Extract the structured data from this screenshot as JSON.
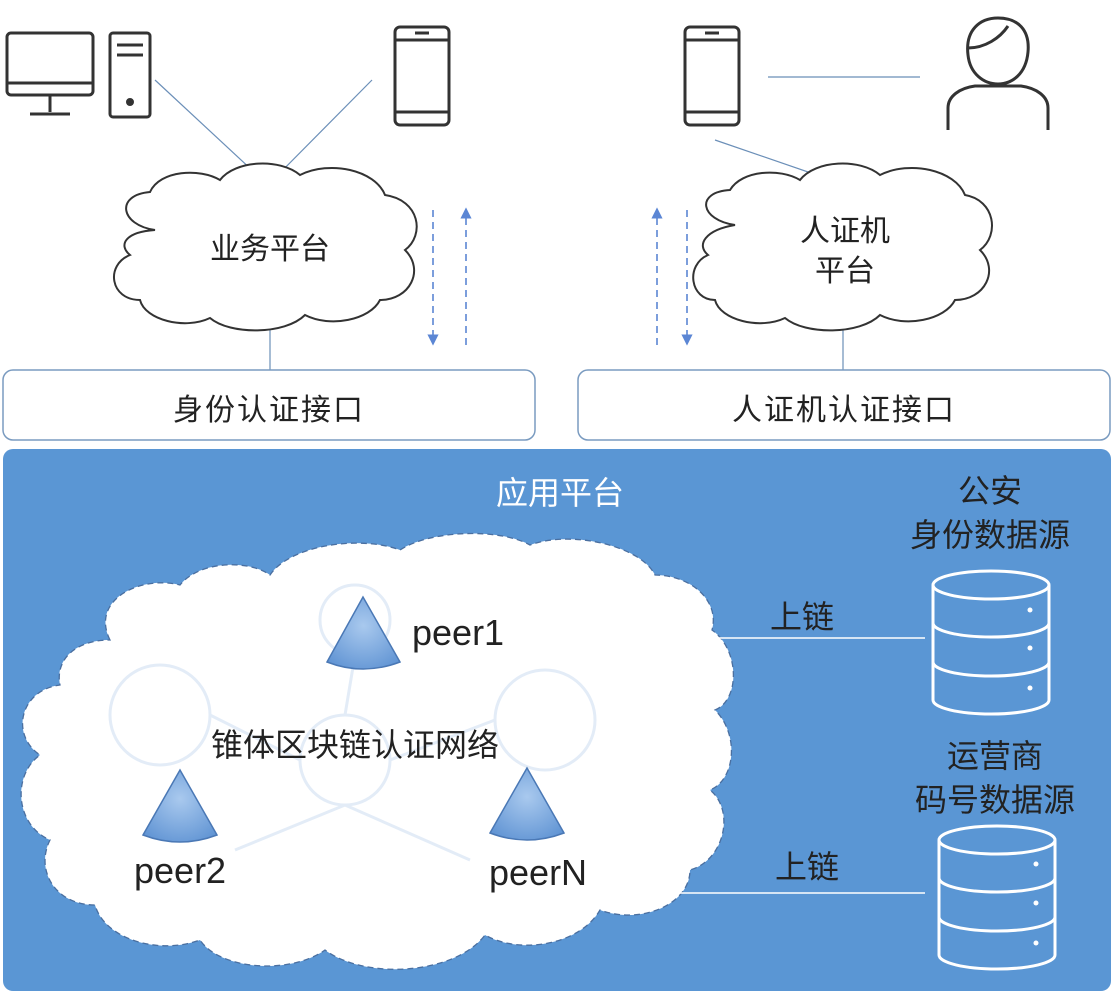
{
  "top": {
    "business_platform": "业务平台",
    "idcard_platform_line1": "人证机",
    "idcard_platform_line2": "平台",
    "identity_interface": "身份认证接口",
    "idcard_interface": "人证机认证接口"
  },
  "app_platform": {
    "title": "应用平台",
    "network_label": "锥体区块链认证网络",
    "peers": [
      "peer1",
      "peer2",
      "peerN"
    ],
    "sources": [
      {
        "line1": "公安",
        "line2": "身份数据源",
        "link": "上链"
      },
      {
        "line1": "运营商",
        "line2": "码号数据源",
        "link": "上链"
      }
    ]
  },
  "colors": {
    "panel_blue": "#5a96d4",
    "cone_blue": "#7aa8dd",
    "icon_stroke": "#333333",
    "arrow_blue": "#5b86d4"
  },
  "icons": [
    "desktop-computer-icon",
    "smartphone-icon",
    "smartphone-icon",
    "user-icon",
    "database-icon",
    "database-icon"
  ]
}
